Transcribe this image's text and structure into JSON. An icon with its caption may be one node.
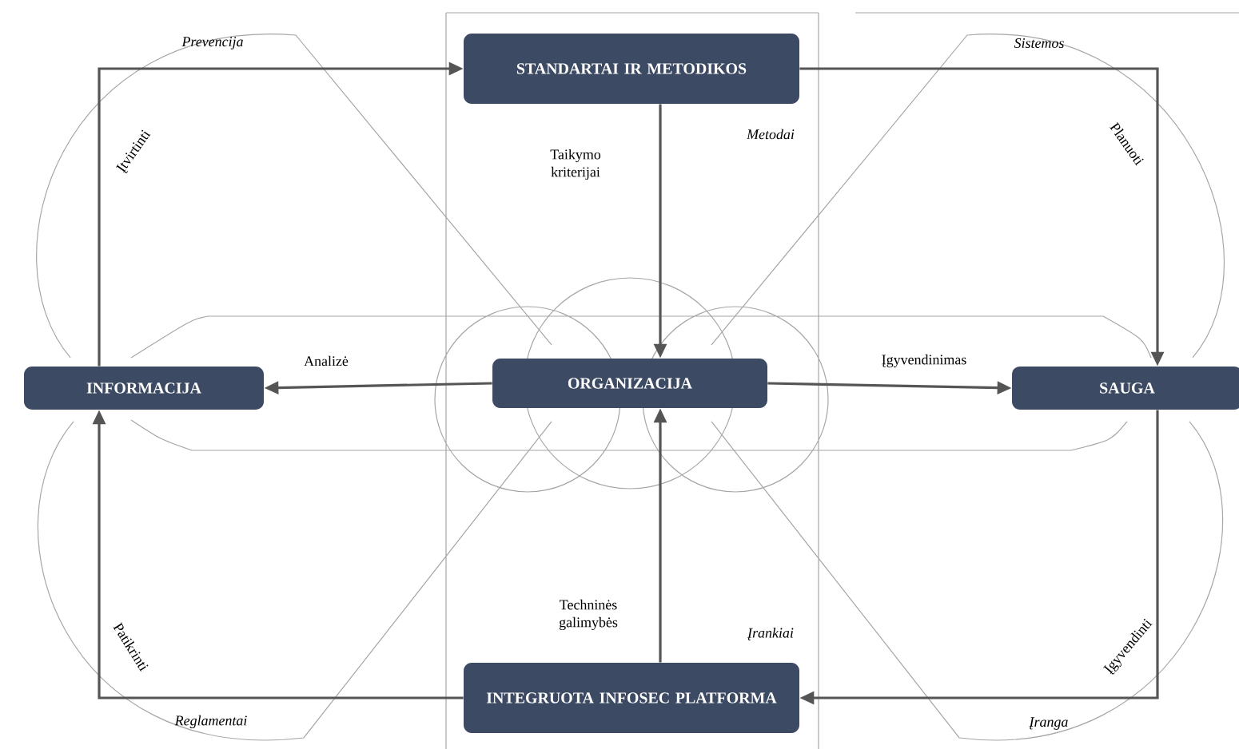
{
  "diagram": {
    "nodes": [
      {
        "text": [
          "STANDARTAI IR METODIKOS"
        ]
      },
      {
        "text": [
          "INFORMACIJA"
        ]
      },
      {
        "text": [
          "ORGANIZACIJA"
        ]
      },
      {
        "text": [
          "SAUGA"
        ]
      },
      {
        "text": [
          "INTEGRUOTA INFOSEC PLATFORMA"
        ]
      }
    ],
    "edges": [
      {
        "from": 1,
        "to": 0,
        "arrow": "to",
        "label": "Įtvirtinti"
      },
      {
        "from": 0,
        "to": 3,
        "arrow": "to",
        "label": "Planuoti"
      },
      {
        "from": 3,
        "to": 4,
        "arrow": "to",
        "label": "Įgyvendinti"
      },
      {
        "from": 4,
        "to": 1,
        "arrow": "to",
        "label": "Patikrinti"
      },
      {
        "from": 0,
        "to": 2,
        "arrow": "to",
        "label": "Taikymo kriterijai"
      },
      {
        "from": 2,
        "to": 1,
        "arrow": "to",
        "label": "Analizė"
      },
      {
        "from": 2,
        "to": 3,
        "arrow": "to",
        "label": "Įgyvendinimas"
      },
      {
        "from": 4,
        "to": 2,
        "arrow": "to",
        "label": "Techninės galimybės"
      }
    ],
    "labels": [
      "Prevencija",
      "Sistemos",
      "Metodai",
      "Įrankiai",
      "Reglamentai",
      "Įranga"
    ]
  }
}
